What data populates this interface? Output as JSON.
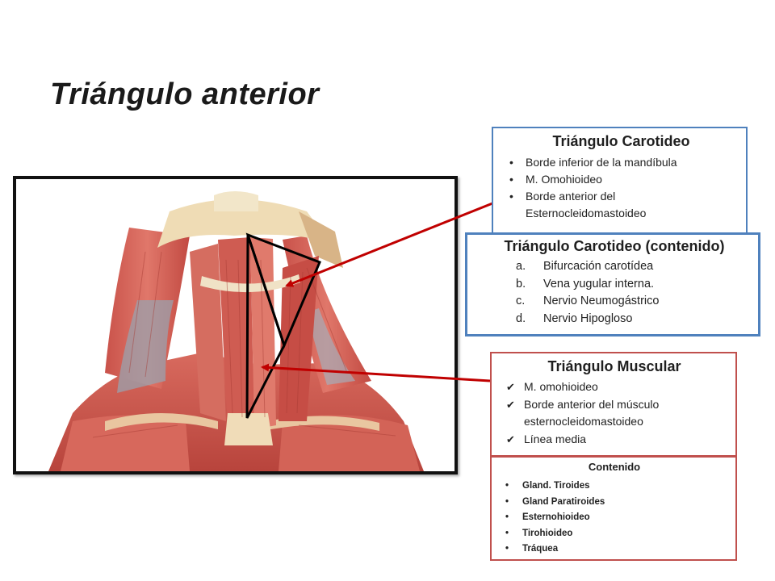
{
  "title": "Triángulo anterior",
  "carotid_box": {
    "heading": "Triángulo Carotideo",
    "items": [
      "Borde inferior de la mandíbula",
      "M. Omohioideo",
      "Borde anterior del Esternocleidomastoideo"
    ]
  },
  "carotid_content_box": {
    "heading": "Triángulo Carotideo (contenido)",
    "items": [
      {
        "marker": "a.",
        "text": "Bifurcación carotídea"
      },
      {
        "marker": "b.",
        "text": "Vena yugular interna."
      },
      {
        "marker": "c.",
        "text": "Nervio Neumogástrico"
      },
      {
        "marker": "d.",
        "text": "Nervio Hipogloso"
      }
    ]
  },
  "muscular_box": {
    "heading": "Triángulo Muscular",
    "items": [
      "M. omohioideo",
      "Borde anterior del músculo esternocleidomastoideo",
      "Línea media"
    ]
  },
  "muscular_content_box": {
    "heading": "Contenido",
    "items": [
      "Gland. Tiroides",
      "Gland Paratiroides",
      "Esternohioideo",
      "Tirohioideo",
      "Tráquea"
    ]
  },
  "colors": {
    "carotid_border": "#4f81bd",
    "muscular_border": "#c0504d",
    "arrow": "#c00000",
    "triangle_lines": "#000000"
  }
}
